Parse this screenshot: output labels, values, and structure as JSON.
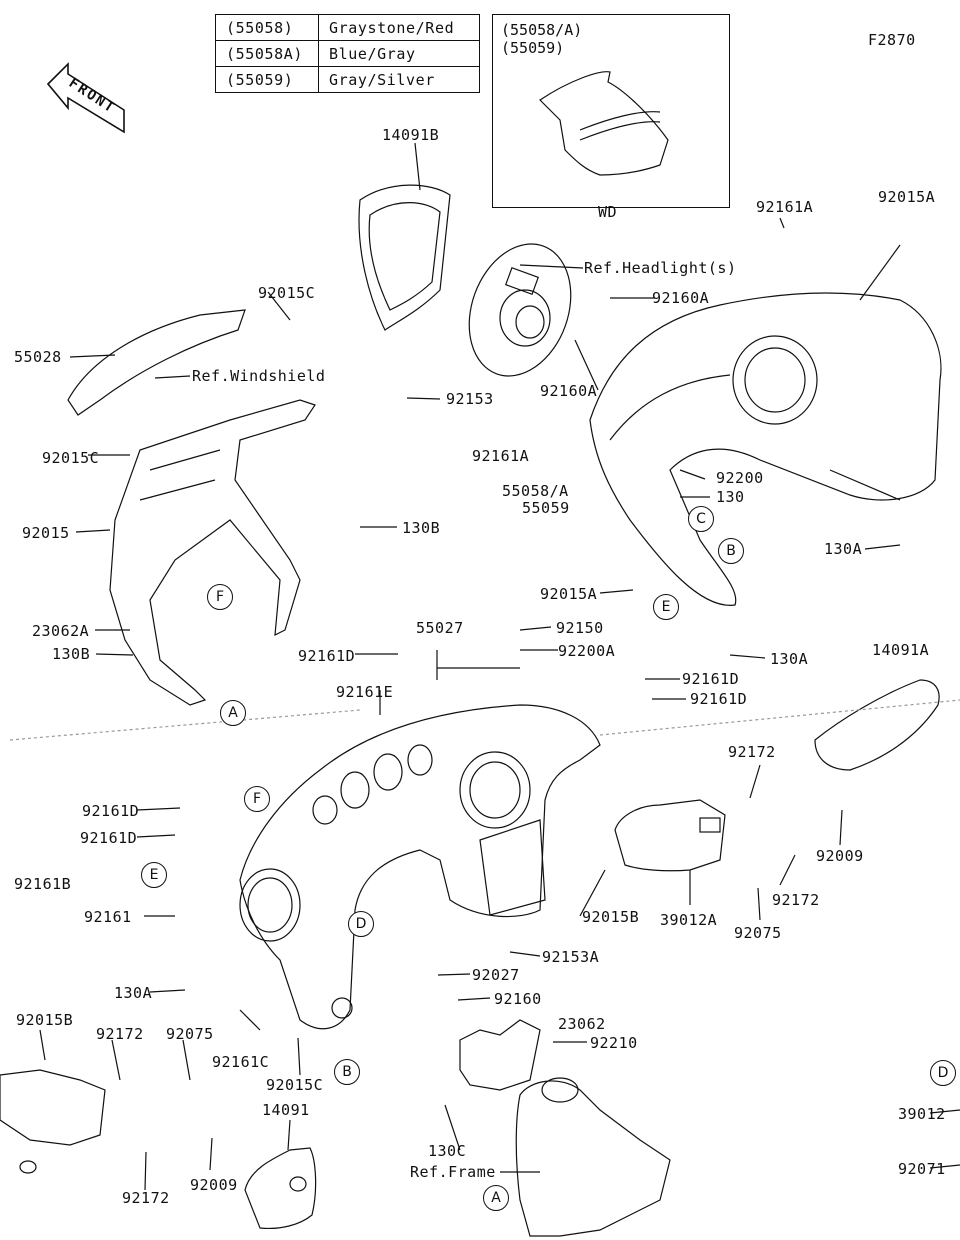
{
  "figure_code": "F2870",
  "front_label": "FRONT",
  "color_table": [
    {
      "code": "(55058)",
      "color": "Graystone/Red"
    },
    {
      "code": "(55058A)",
      "color": "Blue/Gray"
    },
    {
      "code": "(55059)",
      "color": "Gray/Silver"
    }
  ],
  "wd_inset": {
    "codes": [
      "(55058/A)",
      "(55059)"
    ],
    "label": "WD"
  },
  "parts": {
    "p14091B": "14091B",
    "p92015C_top": "92015C",
    "p55028": "55028",
    "ref_windshield": "Ref.Windshield",
    "p92015C_left": "92015C",
    "p92015_left": "92015",
    "p130B_mid": "130B",
    "p23062A": "23062A",
    "p130B_low": "130B",
    "p92161D_a": "92161D",
    "p92153": "92153",
    "ref_headlight": "Ref.Headlight(s)",
    "p92160A_top": "92160A",
    "p92160A_mid": "92160A",
    "p92161A_top": "92161A",
    "p92015A_top": "92015A",
    "p92161A_mid": "92161A",
    "p92200": "92200",
    "p130": "130",
    "p55058_a": "55058/A",
    "p55059": "55059",
    "p130A_right": "130A",
    "p92015A_mid": "92015A",
    "p130A_low": "130A",
    "p55027": "55027",
    "p92150": "92150",
    "p92200A": "92200A",
    "p92161D_b": "92161D",
    "p92161D_c": "92161D",
    "p14091A": "14091A",
    "p92161E": "92161E",
    "p92172_a": "92172",
    "p92009_a": "92009",
    "p92172_b": "92172",
    "p39012A": "39012A",
    "p92075_a": "92075",
    "p92015B_mid": "92015B",
    "p92161D_d": "92161D",
    "p92161D_e": "92161D",
    "p92161B": "92161B",
    "p92161": "92161",
    "p130A_left": "130A",
    "p92153A": "92153A",
    "p92027": "92027",
    "p92160": "92160",
    "p23062": "23062",
    "p92210": "92210",
    "p130C": "130C",
    "ref_frame": "Ref.Frame",
    "p92015B_low": "92015B",
    "p92172_c": "92172",
    "p92075_b": "92075",
    "p92161C": "92161C",
    "p92015C_low": "92015C",
    "p14091": "14091",
    "p92172_d": "92172",
    "p92009_b": "92009",
    "p39012": "39012",
    "p92071": "92071"
  },
  "callouts": {
    "A_low": "A",
    "A_frame": "A",
    "B_right": "B",
    "B_low": "B",
    "C_right": "C",
    "D_mid": "D",
    "D_edge": "D",
    "E_right": "E",
    "E_left": "E",
    "F_left": "F",
    "F_mid": "F"
  }
}
